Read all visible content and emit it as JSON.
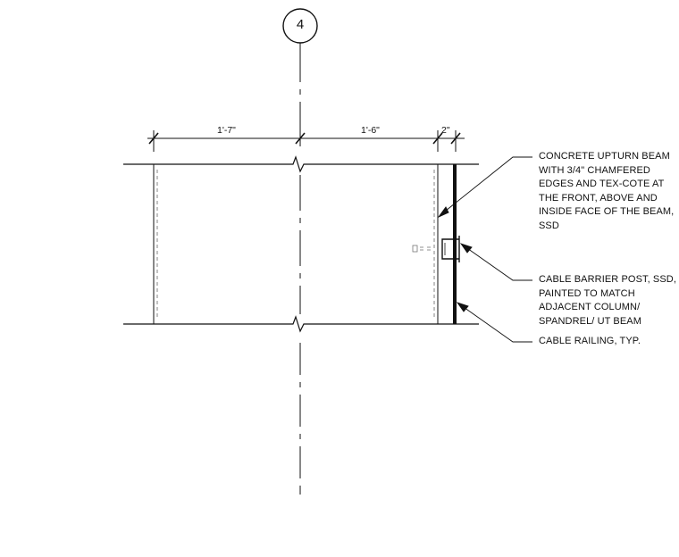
{
  "grid": {
    "label": "4"
  },
  "dimensions": {
    "left": "1'-7\"",
    "middle": "1'-6\"",
    "right": "2\""
  },
  "notes": {
    "upturn_beam": "CONCRETE UPTURN BEAM\nWITH 3/4\" CHAMFERED\nEDGES AND TEX-COTE AT\nTHE FRONT, ABOVE AND\nINSIDE FACE OF THE BEAM,\nSSD",
    "barrier_post": "CABLE BARRIER POST, SSD,\nPAINTED TO MATCH\nADJACENT COLUMN/\nSPANDREL/ UT BEAM",
    "cable_railing": "CABLE RAILING, TYP."
  },
  "colors": {
    "line": "#111111",
    "hidden": "#555555"
  }
}
